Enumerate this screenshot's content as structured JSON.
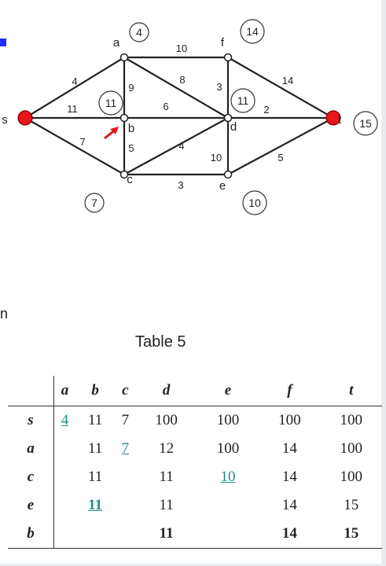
{
  "graph": {
    "nodes": [
      {
        "id": "s",
        "label": "s",
        "endpoint": true
      },
      {
        "id": "a",
        "label": "a",
        "dist": "4"
      },
      {
        "id": "b",
        "label": "b",
        "dist": "11"
      },
      {
        "id": "c",
        "label": "c",
        "dist": "7"
      },
      {
        "id": "d",
        "label": "d",
        "dist": "11"
      },
      {
        "id": "e",
        "label": "e",
        "dist": "10"
      },
      {
        "id": "f",
        "label": "f",
        "dist": "14"
      },
      {
        "id": "t",
        "label": "t",
        "dist": "15",
        "endpoint": true
      }
    ],
    "edges": [
      {
        "from": "s",
        "to": "a",
        "weight": "4"
      },
      {
        "from": "s",
        "to": "b",
        "weight": "11"
      },
      {
        "from": "s",
        "to": "c",
        "weight": "7"
      },
      {
        "from": "a",
        "to": "f",
        "weight": "10"
      },
      {
        "from": "a",
        "to": "b",
        "weight": "9"
      },
      {
        "from": "a",
        "to": "d",
        "weight": "8"
      },
      {
        "from": "b",
        "to": "d",
        "weight": "6"
      },
      {
        "from": "b",
        "to": "c",
        "weight": "5"
      },
      {
        "from": "c",
        "to": "d",
        "weight": "4"
      },
      {
        "from": "c",
        "to": "e",
        "weight": "3"
      },
      {
        "from": "f",
        "to": "d",
        "weight": "3"
      },
      {
        "from": "f",
        "to": "t",
        "weight": "14"
      },
      {
        "from": "d",
        "to": "t",
        "weight": "2"
      },
      {
        "from": "d",
        "to": "e",
        "weight": "10"
      },
      {
        "from": "e",
        "to": "t",
        "weight": "5"
      }
    ],
    "arrow_target": "b",
    "colors": {
      "endpoint": "#e8151b",
      "arrow": "#e8151b",
      "highlight": "#1f8f86",
      "accent_mark": "#1f2fff"
    }
  },
  "cut_text": "n",
  "table": {
    "caption": "Table 5",
    "columns": [
      "a",
      "b",
      "c",
      "d",
      "e",
      "f",
      "t"
    ],
    "rows": [
      {
        "label": "s",
        "cells": [
          "4",
          "11",
          "7",
          "100",
          "100",
          "100",
          "100"
        ],
        "styles": [
          "hl",
          "",
          "",
          "",
          "",
          "",
          ""
        ]
      },
      {
        "label": "a",
        "cells": [
          "",
          "11",
          "7",
          "12",
          "100",
          "14",
          "100"
        ],
        "styles": [
          "",
          "",
          "hl",
          "",
          "",
          "",
          ""
        ]
      },
      {
        "label": "c",
        "cells": [
          "",
          "11",
          "",
          "11",
          "10",
          "14",
          "100"
        ],
        "styles": [
          "",
          "",
          "",
          "",
          "hl",
          "",
          ""
        ]
      },
      {
        "label": "e",
        "cells": [
          "",
          "11",
          "",
          "11",
          "",
          "14",
          "15"
        ],
        "styles": [
          "",
          "hlb",
          "",
          "",
          "",
          "",
          ""
        ]
      },
      {
        "label": "b",
        "cells": [
          "",
          "",
          "",
          "11",
          "",
          "14",
          "15"
        ],
        "styles": [
          "",
          "",
          "",
          "bold",
          "",
          "bold",
          "bold"
        ]
      }
    ]
  }
}
